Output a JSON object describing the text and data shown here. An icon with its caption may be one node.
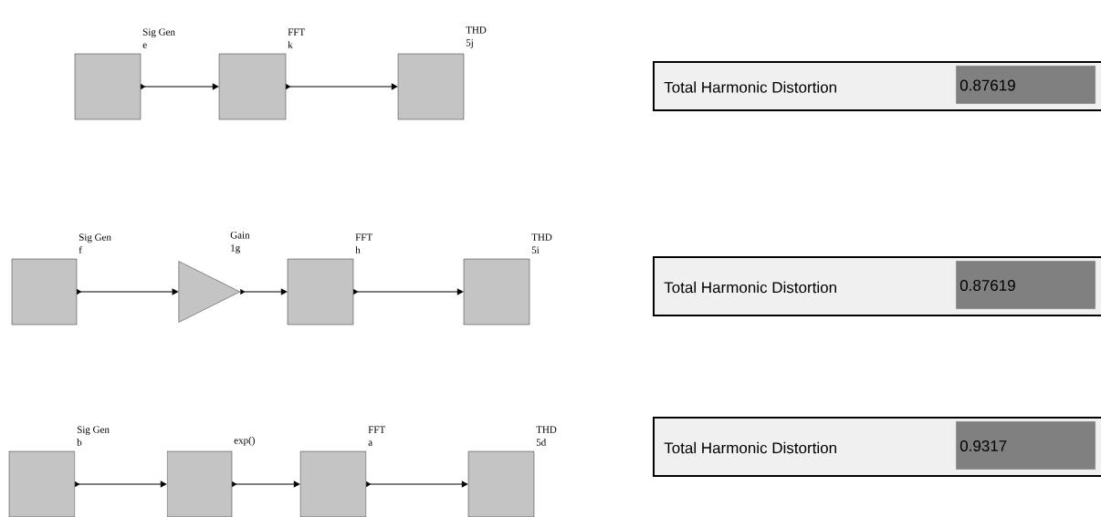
{
  "diagram": {
    "nodes": [
      {
        "text": [
          "Sig Gen",
          "e"
        ]
      },
      {
        "text": [
          "FFT",
          "k"
        ]
      },
      {
        "text": [
          "THD",
          "5j"
        ]
      },
      {
        "text": [
          "Sig Gen",
          "f"
        ]
      },
      {
        "text": [
          "Gain",
          "1g"
        ]
      },
      {
        "text": [
          "FFT",
          "h"
        ]
      },
      {
        "text": [
          "THD",
          "5i"
        ]
      },
      {
        "text": [
          "Sig Gen",
          "b"
        ]
      },
      {
        "text": [
          "exp()"
        ]
      },
      {
        "text": [
          "FFT",
          "a"
        ]
      },
      {
        "text": [
          "THD",
          "5d"
        ]
      }
    ],
    "edges": [
      {
        "from": 0,
        "to": 1,
        "arrow": "to"
      },
      {
        "from": 1,
        "to": 2,
        "arrow": "to"
      },
      {
        "from": 3,
        "to": 4,
        "arrow": "to"
      },
      {
        "from": 4,
        "to": 5,
        "arrow": "to"
      },
      {
        "from": 5,
        "to": 6,
        "arrow": "to"
      },
      {
        "from": 7,
        "to": 8,
        "arrow": "to"
      },
      {
        "from": 8,
        "to": 9,
        "arrow": "to"
      },
      {
        "from": 9,
        "to": 10,
        "arrow": "to"
      }
    ],
    "labels": [
      "Total Harmonic Distortion",
      "0.87619",
      "Total Harmonic Distortion",
      "0.87619",
      "Total Harmonic Distortion",
      "0.9317"
    ]
  }
}
